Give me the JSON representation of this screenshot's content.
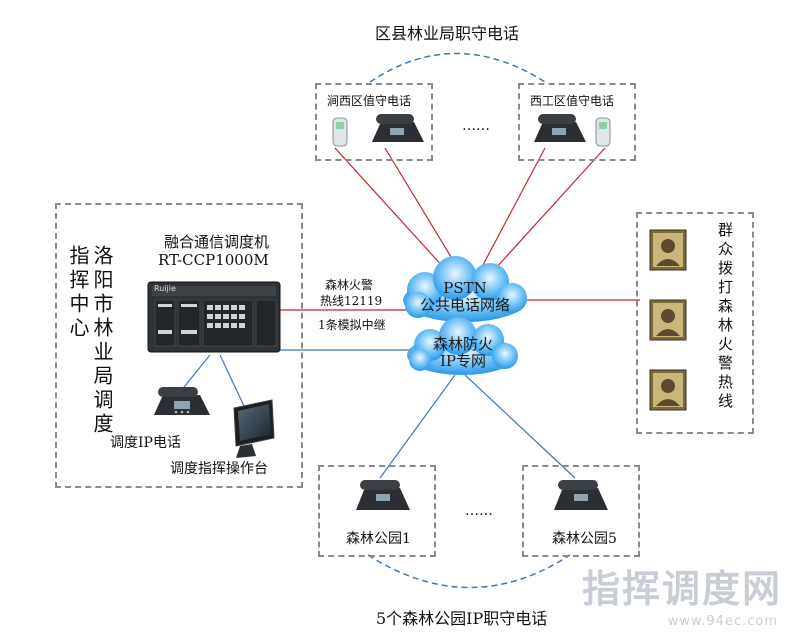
{
  "top_title": "区县林业局职守电话",
  "bottom_title": "5个森林公园IP职守电话",
  "district_phones": {
    "left_label": "涧西区值守电话",
    "right_label": "西工区值守电话",
    "ellipsis": "……"
  },
  "center": {
    "title": "洛阳市林业局调度指挥中心",
    "device_name": "融合通信调度机",
    "device_model": "RT-CCP1000M",
    "device_brand": "Ruijie",
    "ip_phone_label": "调度IP电话",
    "console_label": "调度指挥操作台"
  },
  "links": {
    "hotline_line1": "森林火警",
    "hotline_line2": "热线12119",
    "trunk_label": "1条模拟中继"
  },
  "clouds": {
    "pstn_line1": "PSTN",
    "pstn_line2": "公共电话网络",
    "ip_line1": "森林防火",
    "ip_line2": "IP专网"
  },
  "public_box": {
    "title": "群众拨打森林火警热线"
  },
  "parks": {
    "left_label": "森林公园1",
    "right_label": "森林公园5",
    "ellipsis": "……"
  },
  "watermark": {
    "text": "指挥调度网",
    "url": "www.94ec.com"
  },
  "colors": {
    "pstn_link": "#c0282d",
    "ip_link": "#3b78b5",
    "cloud_fill": "#1e90e6",
    "dashed_border": "#8a8a8a"
  }
}
